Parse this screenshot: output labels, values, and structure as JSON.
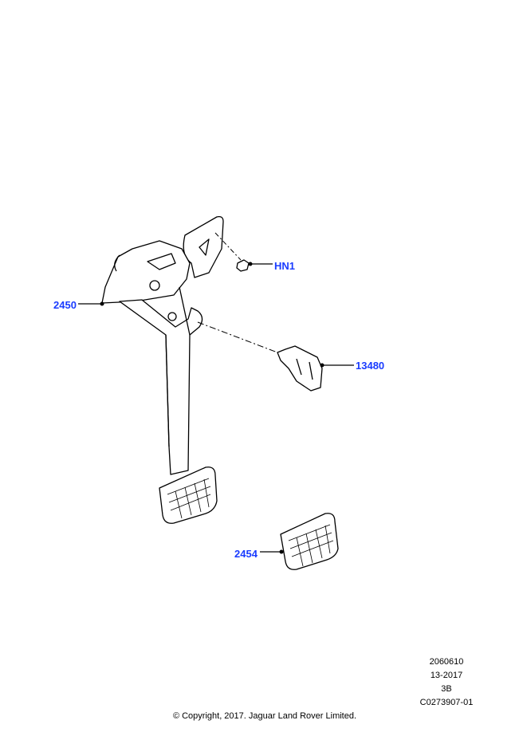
{
  "diagram": {
    "callouts": [
      {
        "id": "2450",
        "label": "2450"
      },
      {
        "id": "HN1",
        "label": "HN1"
      },
      {
        "id": "13480",
        "label": "13480"
      },
      {
        "id": "2454",
        "label": "2454"
      }
    ],
    "callout_color": "#1a3cff"
  },
  "footer": {
    "ref_lines": [
      "2060610",
      "13-2017",
      "3B",
      "C0273907-01"
    ],
    "copyright": "© Copyright, 2017. Jaguar Land Rover Limited."
  }
}
